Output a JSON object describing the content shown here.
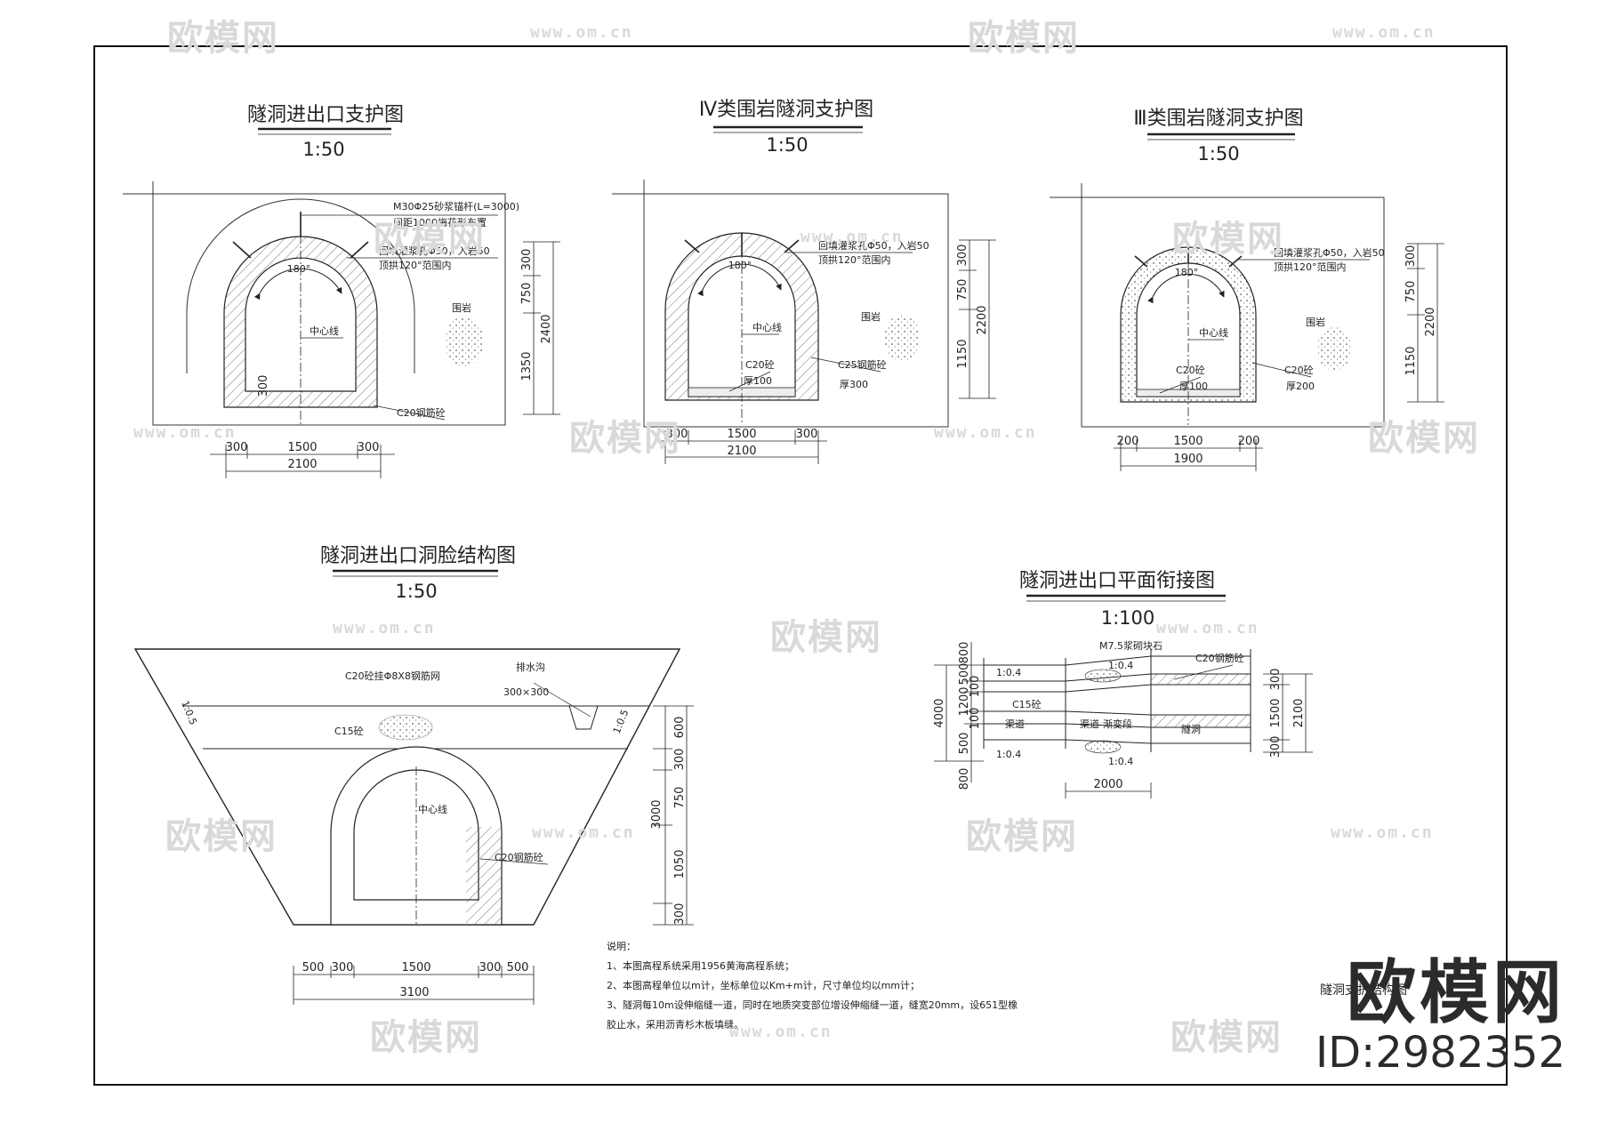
{
  "watermarks": {
    "logo": "欧模网",
    "url": "www.om.cn"
  },
  "stamp": {
    "logo": "欧模网",
    "id": "ID:2982352"
  },
  "drawing1": {
    "title": "隧洞进出口支护图",
    "scale": "1:50",
    "labels": {
      "anchor": "M30Φ25砂浆锚杆(L=3000)",
      "anchor_spacing": "间距1000梅花形布置",
      "grout": "回填灌浆孔Φ50，入岩50",
      "grout_range": "顶拱120°范围内",
      "angle": "180°",
      "rock": "围岩",
      "centerline": "中心线",
      "lining": "C20钢筋砼"
    },
    "dims": {
      "v1": "300",
      "v2": "750",
      "v3": "1350",
      "v_total": "2400",
      "v_bottom": "300",
      "h1": "300",
      "h2": "1500",
      "h3": "300",
      "h_total": "2100"
    }
  },
  "drawing2": {
    "title": "Ⅳ类围岩隧洞支护图",
    "scale": "1:50",
    "labels": {
      "grout": "回填灌浆孔Φ50，入岩50",
      "grout_range": "顶拱120°范围内",
      "angle": "180°",
      "rock": "围岩",
      "centerline": "中心线",
      "floor": "C20砼",
      "floor_thk": "厚100",
      "lining": "C25钢筋砼",
      "lining_thk": "厚300"
    },
    "dims": {
      "v1": "300",
      "v2": "750",
      "v3": "1150",
      "v_total": "2200",
      "h1": "300",
      "h2": "1500",
      "h3": "300",
      "h_total": "2100"
    }
  },
  "drawing3": {
    "title": "Ⅲ类围岩隧洞支护图",
    "scale": "1:50",
    "labels": {
      "grout": "回填灌浆孔Φ50，入岩50",
      "grout_range": "顶拱120°范围内",
      "angle": "180°",
      "rock": "围岩",
      "centerline": "中心线",
      "floor": "C20砼",
      "floor_thk": "厚100",
      "lining": "C20砼",
      "lining_thk": "厚200"
    },
    "dims": {
      "v1": "300",
      "v2": "750",
      "v3": "1150",
      "v_total": "2200",
      "h1": "200",
      "h2": "1500",
      "h3": "200",
      "h_total": "1900"
    }
  },
  "drawing4": {
    "title": "隧洞进出口洞脸结构图",
    "scale": "1:50",
    "labels": {
      "mesh": "C20砼挂Φ8X8钢筋网",
      "drain": "排水沟",
      "drain_size": "300×300",
      "c15": "C15砼",
      "slope_left": "1:0.5",
      "slope_right": "1:0.5",
      "centerline": "中心线",
      "lining": "C20钢筋砼"
    },
    "dims": {
      "v1": "600",
      "v2": "300",
      "v3": "750",
      "v4": "1050",
      "v5": "300",
      "v_total": "3000",
      "h1": "500",
      "h2": "300",
      "h3": "1500",
      "h4": "300",
      "h5": "500",
      "h_total": "3100"
    }
  },
  "drawing5": {
    "title": "隧洞进出口平面衔接图",
    "scale": "1:100",
    "labels": {
      "masonry": "M7.5浆砌块石",
      "lining": "C20钢筋砼",
      "c15": "C15砼",
      "slope_top": "1:0.4",
      "slope_top2": "1:0.4",
      "slope_bot": "1:0.4",
      "slope_bot2": "1:0.4",
      "channel": "渠道",
      "transition": "渐变段",
      "transition_prefix": "渠道",
      "tunnel": "隧洞"
    },
    "dims": {
      "l1": "800",
      "l2": "500",
      "l3": "100",
      "l4": "1200",
      "l5": "100",
      "l6": "500",
      "l7": "800",
      "l_total": "4000",
      "r1": "300",
      "r2": "1500",
      "r3": "300",
      "r_total": "2100",
      "bottom": "2000"
    }
  },
  "notes": {
    "heading": "说明：",
    "items": [
      "1、本图高程系统采用1956黄海高程系统；",
      "2、本图高程单位以m计，坐标单位以Km+m计，尺寸单位均以mm计；",
      "3、隧洞每10m设伸缩缝一道，同时在地质突变部位增设伸缩缝一道，缝宽20mm，设651型橡",
      "胶止水，采用沥青杉木板填缝。"
    ]
  },
  "sheet_title_partial": "隧洞支护结构图"
}
